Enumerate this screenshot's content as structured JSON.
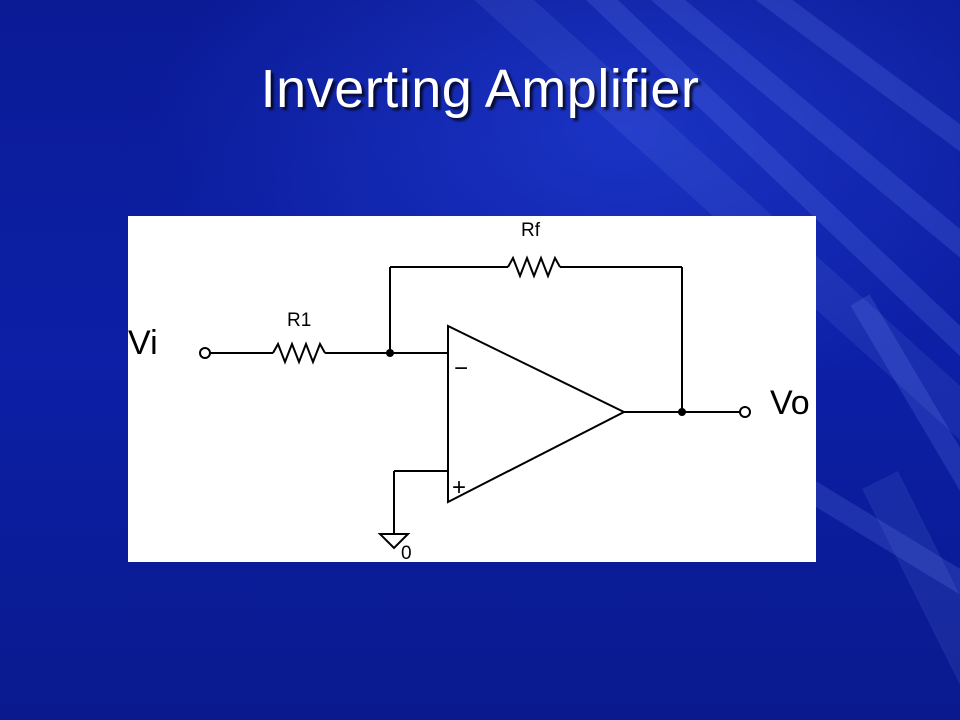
{
  "slide": {
    "title": "Inverting Amplifier"
  },
  "diagram": {
    "labels": {
      "input": "Vi",
      "output": "Vo",
      "r1": "R1",
      "rf": "Rf",
      "minus": "−",
      "plus": "+",
      "ground": "0"
    }
  },
  "colors": {
    "background": "#0c1fa6",
    "panel": "#ffffff",
    "ink": "#000000",
    "title": "#ffffff"
  }
}
